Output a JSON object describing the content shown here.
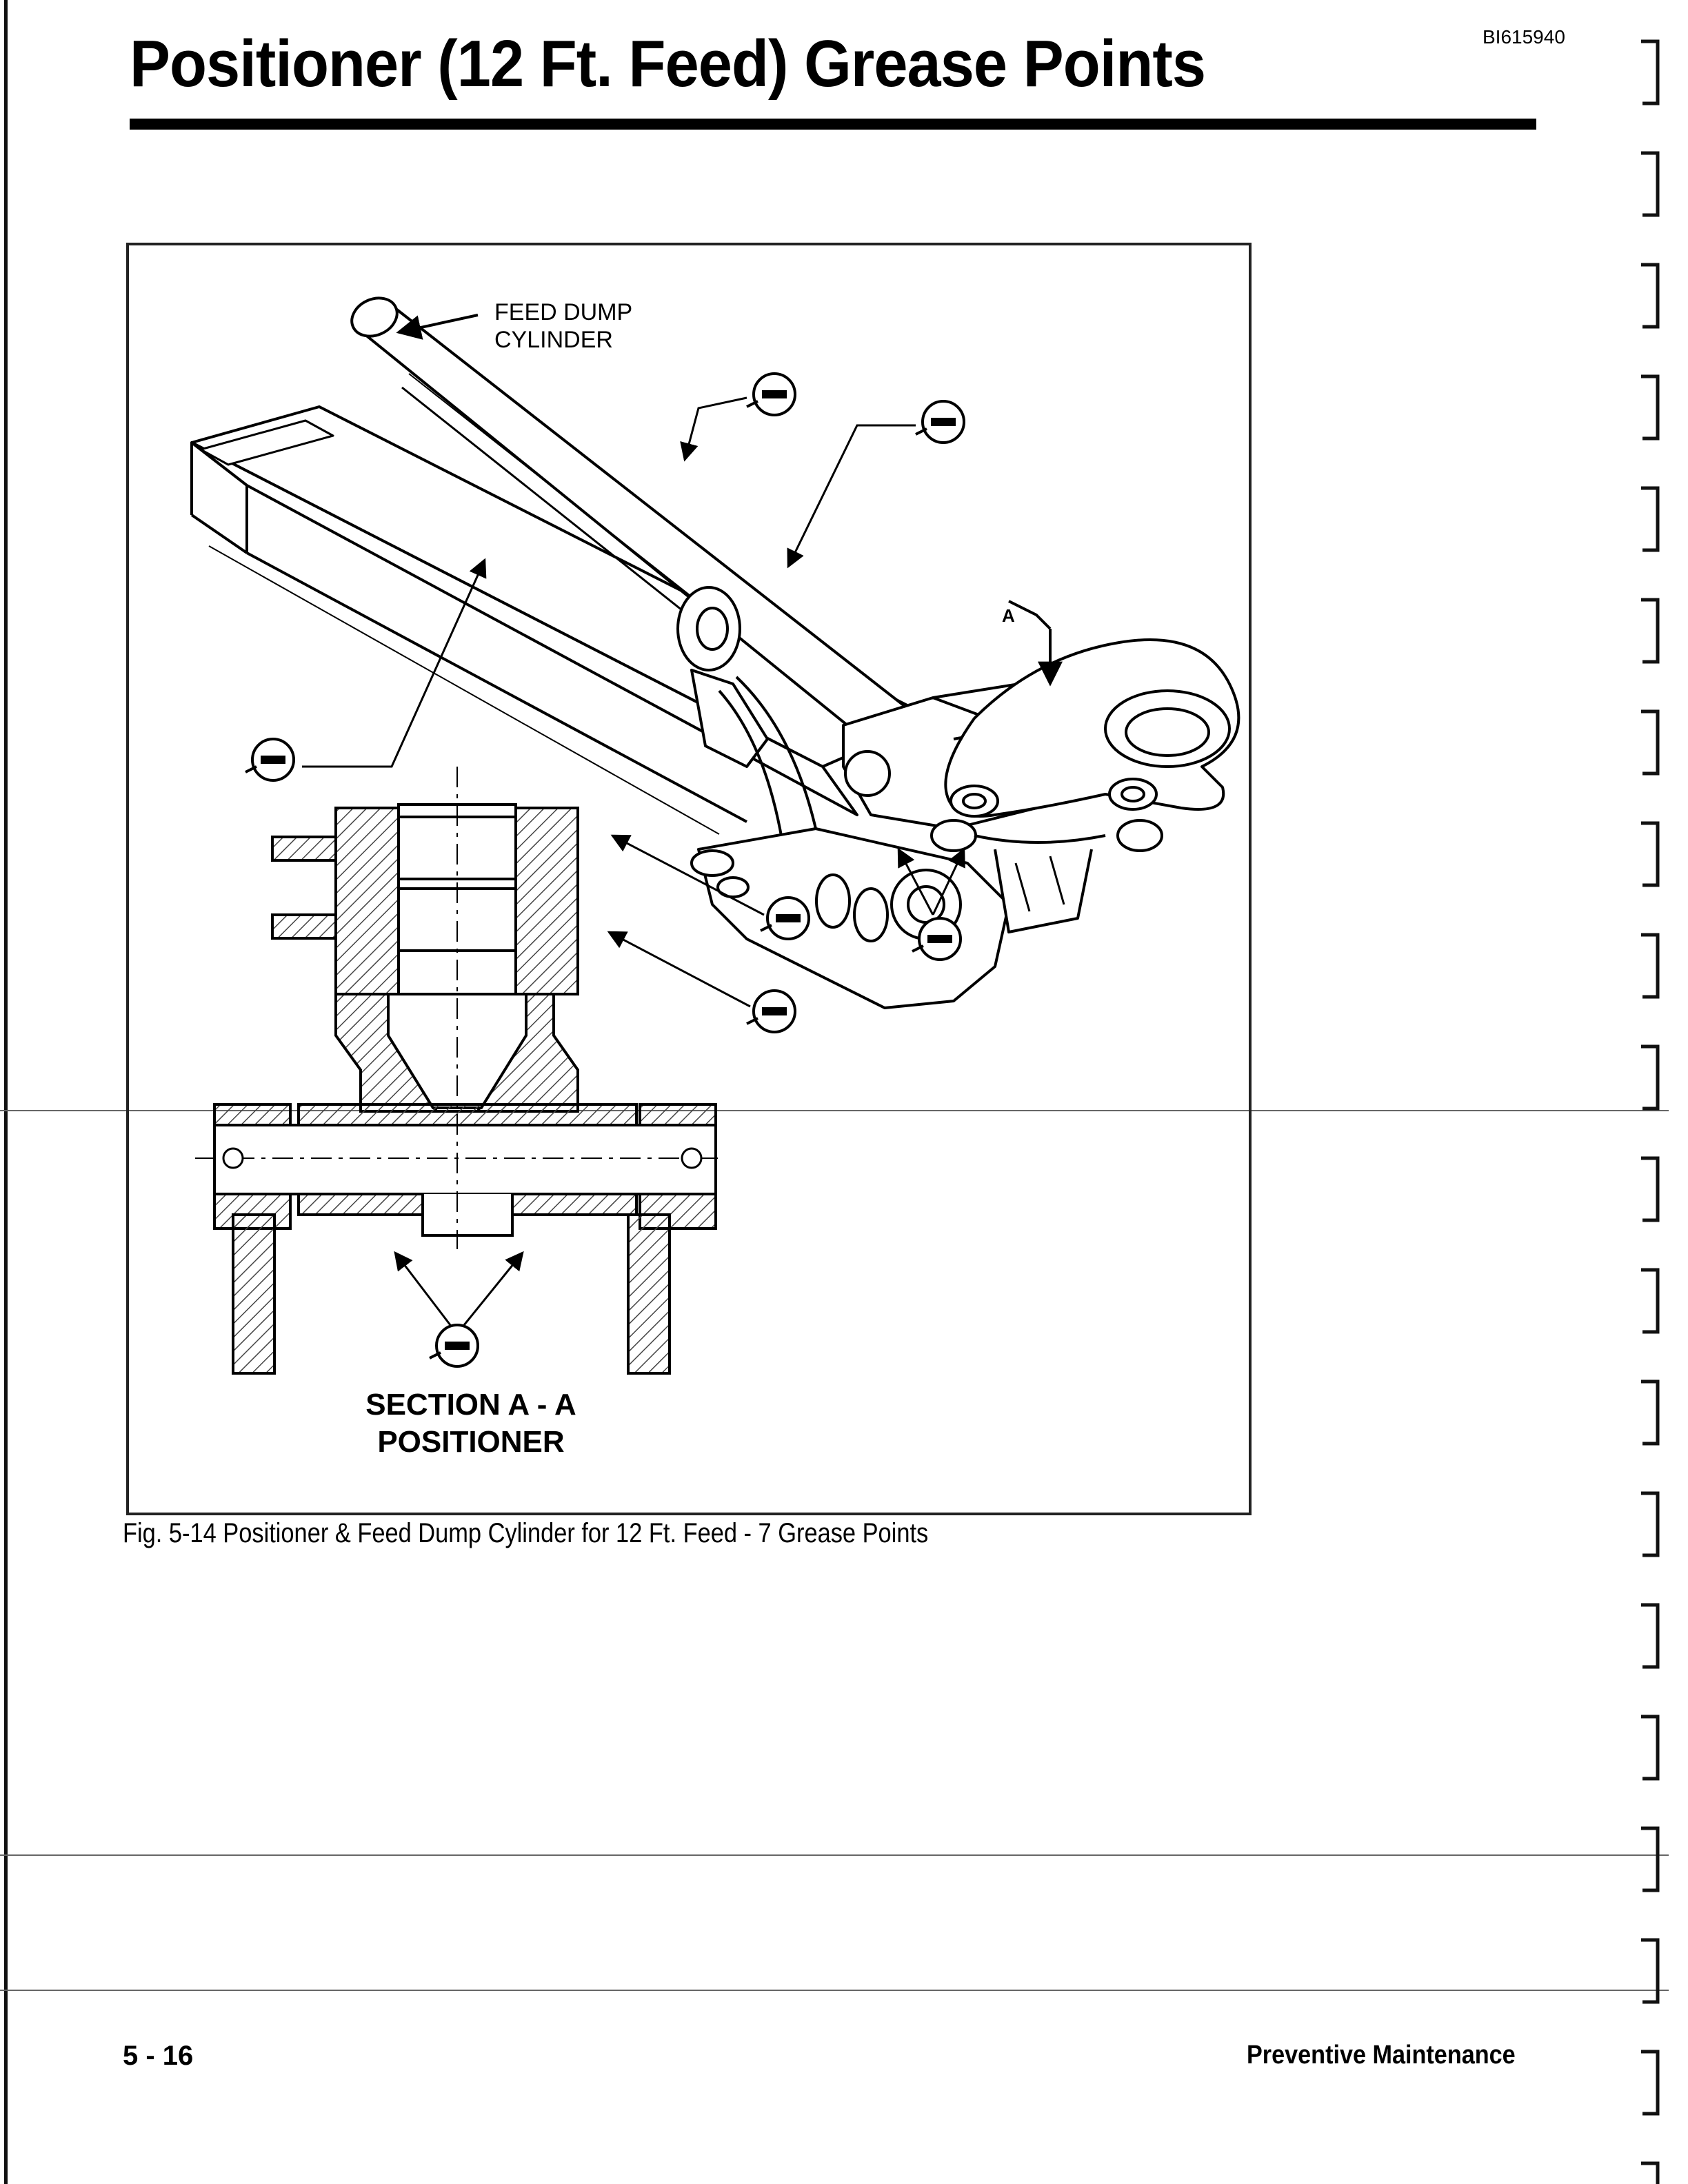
{
  "header": {
    "doc_id": "BI615940",
    "title": "Positioner (12 Ft. Feed) Grease Points"
  },
  "figure": {
    "labels": {
      "feed_dump_line1": "FEED DUMP",
      "feed_dump_line2": "CYLINDER",
      "view_marker": "A",
      "section_line1": "SECTION A - A",
      "section_line2": "POSITIONER"
    },
    "grease_point_count": 7,
    "caption": "Fig. 5-14  Positioner & Feed Dump Cylinder for 12 Ft. Feed - 7 Grease Points"
  },
  "footer": {
    "page_number": "5 - 16",
    "section_name": "Preventive  Maintenance"
  },
  "colors": {
    "ink": "#000000",
    "paper": "#ffffff",
    "hatch": "#444444"
  },
  "icons": [
    "grease-fitting-icon",
    "binding-bracket-icon"
  ]
}
